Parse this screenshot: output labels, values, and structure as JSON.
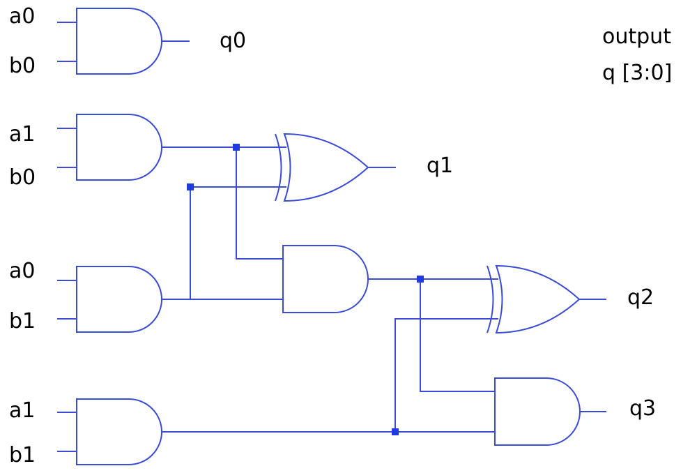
{
  "colors": {
    "wire": "#3a4bd6",
    "junction": "#1f3ae0",
    "text": "#000000"
  },
  "inputs": {
    "g0_a": "a0",
    "g0_b": "b0",
    "g1_a": "a1",
    "g1_b": "b0",
    "g2_a": "a0",
    "g2_b": "b1",
    "g3_a": "a1",
    "g3_b": "b1"
  },
  "outputs": {
    "q0": "q0",
    "q1": "q1",
    "q2": "q2",
    "q3": "q3"
  },
  "note": {
    "line1": "output",
    "line2": "q [3:0]"
  }
}
